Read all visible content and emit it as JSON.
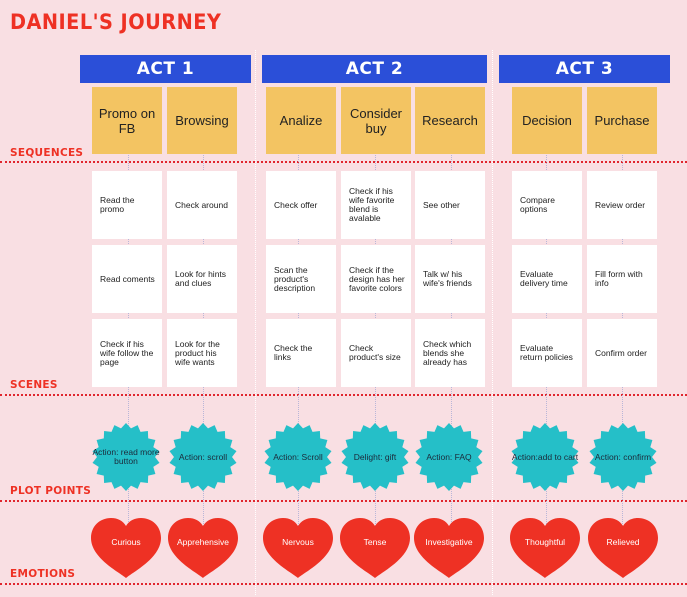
{
  "title": "DANIEL'S JOURNEY",
  "labels": {
    "sequences": "SEQUENCES",
    "scenes": "SCENES",
    "plot_points": "PLOT POINTS",
    "emotions": "EMOTIONS"
  },
  "acts": [
    "ACT 1",
    "ACT 2",
    "ACT 3"
  ],
  "sequences": [
    "Promo on FB",
    "Browsing",
    "Analize",
    "Consider buy",
    "Research",
    "Decision",
    "Purchase"
  ],
  "scenes": [
    [
      "Read the promo",
      "Read coments",
      "Check if his wife follow the page"
    ],
    [
      "Check around",
      "Look for hints and clues",
      "Look for the product his wife wants"
    ],
    [
      "Check offer",
      "Scan the product's description",
      "Check the links"
    ],
    [
      "Check if his wife favorite blend is avalable",
      "Check if the design has her favorite colors",
      "Check product's size"
    ],
    [
      "See other",
      "Talk w/ his wife's friends",
      "Check which blends she already has"
    ],
    [
      "Compare options",
      "Evaluate delivery time",
      "Evaluate return policies"
    ],
    [
      "Review order",
      "Fill form with info",
      "Confirm order"
    ]
  ],
  "plot_points": [
    "Action: read more button",
    "Action: scroll",
    "Action: Scroll",
    "Delight: gift",
    "Action: FAQ",
    "Action:add to cart",
    "Action: confirm"
  ],
  "emotions": [
    "Curious",
    "Apprehensive",
    "Nervous",
    "Tense",
    "Investigative",
    "Thoughtful",
    "Relieved"
  ],
  "colors": {
    "background": "#f9dfe3",
    "act_header": "#2b4fd8",
    "sequence": "#f3c462",
    "card": "#ffffff",
    "badge": "#25bfc8",
    "heart": "#ee3124",
    "accent_text": "#ee3124"
  }
}
